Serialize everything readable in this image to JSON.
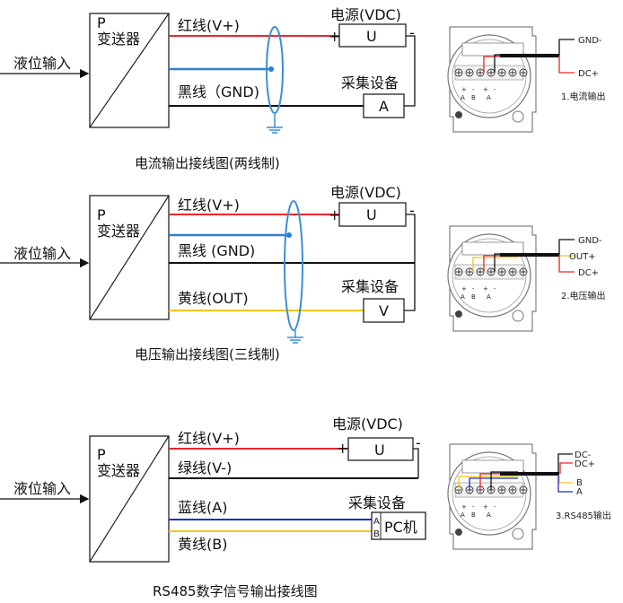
{
  "colors": {
    "red": "#e8262a",
    "blue": "#2f7fd0",
    "rs485_blue": "#1a2fd0",
    "black": "#111111",
    "yellow": "#f5c518",
    "shield": "#3a8fd8"
  },
  "transmitter": {
    "p": "P",
    "name": "变送器"
  },
  "input_label": "液位输入",
  "power_label": "电源(VDC)",
  "plus": "+",
  "minus": "-",
  "acquisition_label": "采集设备",
  "diagram1": {
    "red": "红线(V+)",
    "black": "黑线（GND)",
    "power_symbol": "U",
    "meter_symbol": "A",
    "caption": "电流输出接线图(两线制)"
  },
  "diagram2": {
    "red": "红线(V+)",
    "black": "黑线 (GND)",
    "yellow": "黄线(OUT)",
    "power_symbol": "U",
    "meter_symbol": "V",
    "caption": "电压输出接线图(三线制)"
  },
  "diagram3": {
    "red": "红线(V+)",
    "green": "绿线(V-)",
    "blue": "蓝线(A)",
    "yellow": "黄线(B)",
    "power_symbol": "U",
    "pc_a": "A",
    "pc_b": "B",
    "pc": "PC机",
    "caption": "RS485数字信号输出接线图"
  },
  "terminal_labels": {
    "signs": [
      "+",
      "-",
      "+",
      "-"
    ],
    "names": [
      "A",
      "B",
      "A"
    ]
  },
  "device1": {
    "wires": [
      "GND-",
      "DC+"
    ],
    "caption": "1.电流输出"
  },
  "device2": {
    "wires": [
      "GND-",
      "OUT+",
      "DC+"
    ],
    "caption": "2.电压输出"
  },
  "device3": {
    "wires": [
      "DC-",
      "DC+",
      "B",
      "A"
    ],
    "caption": "3.RS485输出"
  }
}
